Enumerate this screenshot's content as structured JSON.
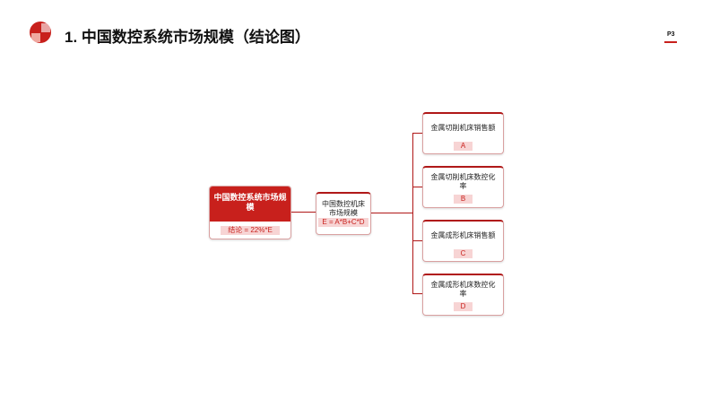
{
  "header": {
    "title": "1.  中国数控系统市场规模（结论图）",
    "page": "P3"
  },
  "root": {
    "title": "中国数控系统市场规模",
    "formula": "结论 = 22%*E"
  },
  "middle": {
    "title": "中国数控机床市场规模",
    "formula": "E = A*B+C*D"
  },
  "leaves": [
    {
      "title": "金属切削机床销售额",
      "tag": "A"
    },
    {
      "title": "金属切削机床数控化率",
      "tag": "B"
    },
    {
      "title": "金属成形机床销售额",
      "tag": "C"
    },
    {
      "title": "金属成形机床数控化率",
      "tag": "D"
    }
  ]
}
